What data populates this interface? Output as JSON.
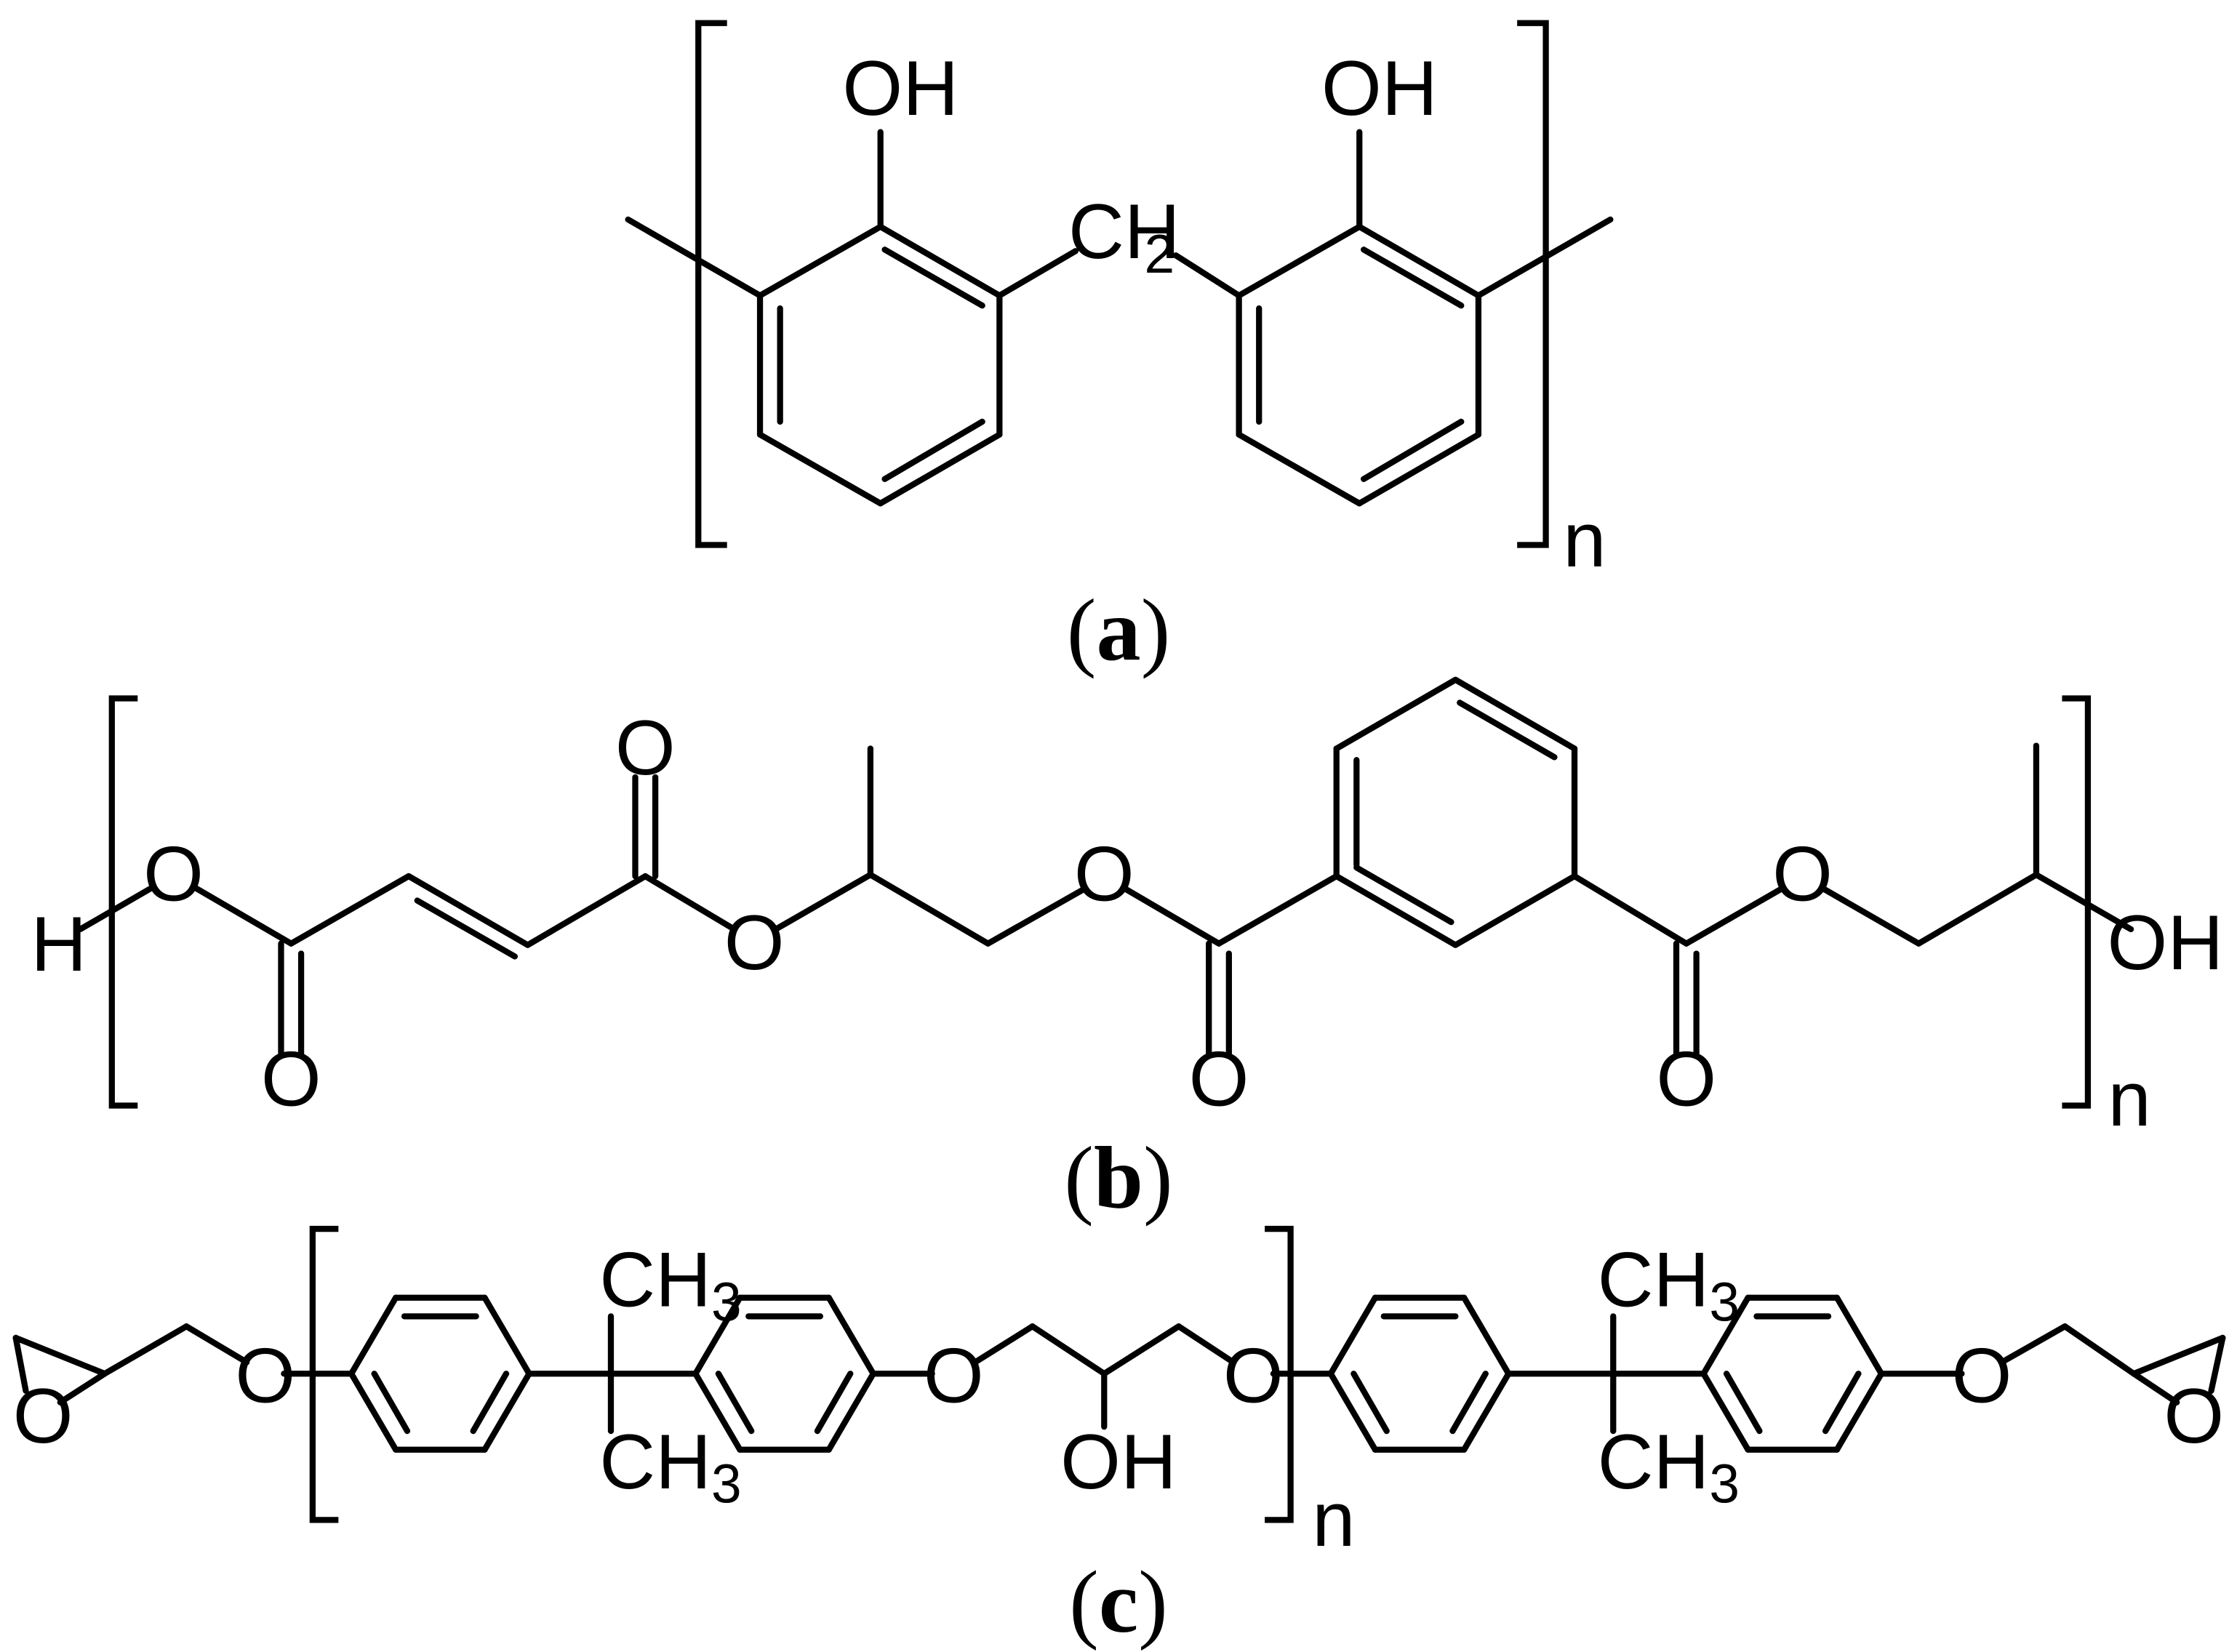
{
  "figure": {
    "panels": [
      {
        "id": "a",
        "caption_open": "(",
        "caption_letter": "a",
        "caption_close": ")",
        "repeat_label": "n",
        "labels": {
          "oh_left": "OH",
          "oh_right": "OH",
          "ch2_main": "CH",
          "ch2_sub": "2"
        }
      },
      {
        "id": "b",
        "caption_open": "(",
        "caption_letter": "b",
        "caption_close": ")",
        "repeat_label": "n",
        "labels": {
          "h_end": "H",
          "o_ester1": "O",
          "o_carbonyl1": "O",
          "o_carbonyl2": "O",
          "o_ester2": "O",
          "o_ester3": "O",
          "o_carbonyl3": "O",
          "o_carbonyl4": "O",
          "o_ester4": "O",
          "oh_end": "OH"
        }
      },
      {
        "id": "c",
        "caption_open": "(",
        "caption_letter": "c",
        "caption_close": ")",
        "repeat_label": "n",
        "labels": {
          "o_epoxide_left": "O",
          "o_ether1": "O",
          "ch3_top_left_main": "CH",
          "ch3_top_left_sub": "3",
          "ch3_bottom_left_main": "CH",
          "ch3_bottom_left_sub": "3",
          "o_ether2": "O",
          "oh_mid": "OH",
          "o_ether3": "O",
          "ch3_top_right_main": "CH",
          "ch3_top_right_sub": "3",
          "ch3_bottom_right_main": "CH",
          "ch3_bottom_right_sub": "3",
          "o_ether4": "O",
          "o_epoxide_right": "O"
        }
      }
    ]
  }
}
